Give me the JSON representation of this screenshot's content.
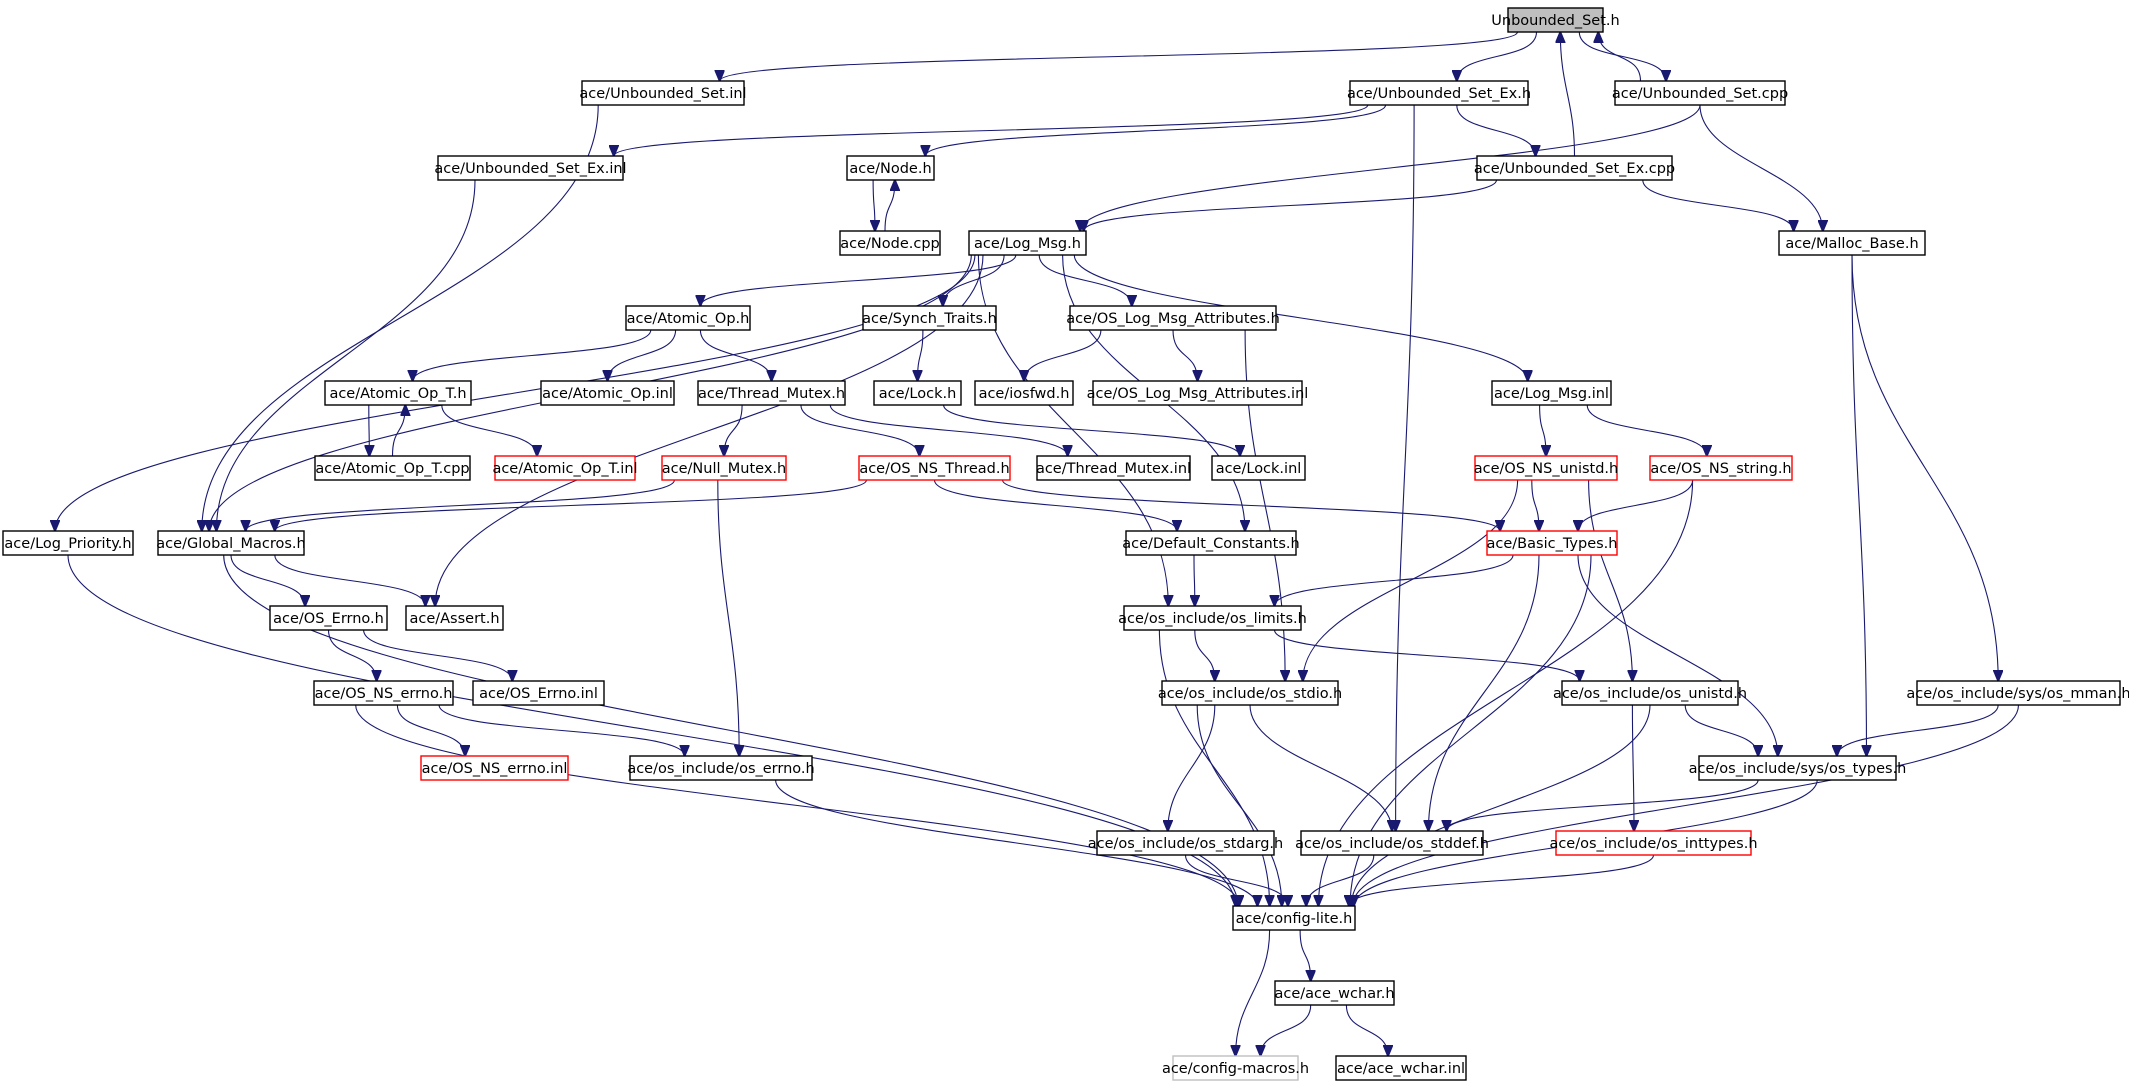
{
  "colors": {
    "edge": "#191970",
    "node_border_normal": "#000000",
    "node_border_truncated": "#ff0000",
    "node_border_missing": "#bfbfbf",
    "root_fill": "#bfbfbf",
    "node_fill": "#ffffff"
  },
  "nodes": [
    {
      "id": "unbounded_set_h",
      "label": "Unbounded_Set.h",
      "style": "root"
    },
    {
      "id": "unbounded_set_inl",
      "label": "ace/Unbounded_Set.inl",
      "style": "normal"
    },
    {
      "id": "unbounded_set_ex_h",
      "label": "ace/Unbounded_Set_Ex.h",
      "style": "normal"
    },
    {
      "id": "unbounded_set_cpp",
      "label": "ace/Unbounded_Set.cpp",
      "style": "normal"
    },
    {
      "id": "unbounded_set_ex_inl",
      "label": "ace/Unbounded_Set_Ex.inl",
      "style": "normal"
    },
    {
      "id": "node_h",
      "label": "ace/Node.h",
      "style": "normal"
    },
    {
      "id": "unbounded_set_ex_cpp",
      "label": "ace/Unbounded_Set_Ex.cpp",
      "style": "normal"
    },
    {
      "id": "node_cpp",
      "label": "ace/Node.cpp",
      "style": "normal"
    },
    {
      "id": "log_msg_h",
      "label": "ace/Log_Msg.h",
      "style": "normal"
    },
    {
      "id": "malloc_base_h",
      "label": "ace/Malloc_Base.h",
      "style": "normal"
    },
    {
      "id": "atomic_op_h",
      "label": "ace/Atomic_Op.h",
      "style": "normal"
    },
    {
      "id": "synch_traits_h",
      "label": "ace/Synch_Traits.h",
      "style": "normal"
    },
    {
      "id": "os_log_msg_attributes_h",
      "label": "ace/OS_Log_Msg_Attributes.h",
      "style": "normal"
    },
    {
      "id": "atomic_op_t_h",
      "label": "ace/Atomic_Op_T.h",
      "style": "normal"
    },
    {
      "id": "atomic_op_inl",
      "label": "ace/Atomic_Op.inl",
      "style": "normal"
    },
    {
      "id": "thread_mutex_h",
      "label": "ace/Thread_Mutex.h",
      "style": "normal"
    },
    {
      "id": "lock_h",
      "label": "ace/Lock.h",
      "style": "normal"
    },
    {
      "id": "iosfwd_h",
      "label": "ace/iosfwd.h",
      "style": "normal"
    },
    {
      "id": "os_log_msg_attributes_inl",
      "label": "ace/OS_Log_Msg_Attributes.inl",
      "style": "normal"
    },
    {
      "id": "log_msg_inl",
      "label": "ace/Log_Msg.inl",
      "style": "normal"
    },
    {
      "id": "atomic_op_t_cpp",
      "label": "ace/Atomic_Op_T.cpp",
      "style": "normal"
    },
    {
      "id": "atomic_op_t_inl",
      "label": "ace/Atomic_Op_T.inl",
      "style": "truncated"
    },
    {
      "id": "null_mutex_h",
      "label": "ace/Null_Mutex.h",
      "style": "truncated"
    },
    {
      "id": "os_ns_thread_h",
      "label": "ace/OS_NS_Thread.h",
      "style": "truncated"
    },
    {
      "id": "thread_mutex_inl",
      "label": "ace/Thread_Mutex.inl",
      "style": "normal"
    },
    {
      "id": "lock_inl",
      "label": "ace/Lock.inl",
      "style": "normal"
    },
    {
      "id": "os_ns_unistd_h",
      "label": "ace/OS_NS_unistd.h",
      "style": "truncated"
    },
    {
      "id": "os_ns_string_h",
      "label": "ace/OS_NS_string.h",
      "style": "truncated"
    },
    {
      "id": "log_priority_h",
      "label": "ace/Log_Priority.h",
      "style": "normal"
    },
    {
      "id": "global_macros_h",
      "label": "ace/Global_Macros.h",
      "style": "normal"
    },
    {
      "id": "default_constants_h",
      "label": "ace/Default_Constants.h",
      "style": "normal"
    },
    {
      "id": "basic_types_h",
      "label": "ace/Basic_Types.h",
      "style": "truncated"
    },
    {
      "id": "os_errno_h",
      "label": "ace/OS_Errno.h",
      "style": "normal"
    },
    {
      "id": "assert_h",
      "label": "ace/Assert.h",
      "style": "normal"
    },
    {
      "id": "os_limits_h",
      "label": "ace/os_include/os_limits.h",
      "style": "normal"
    },
    {
      "id": "os_ns_errno_h",
      "label": "ace/OS_NS_errno.h",
      "style": "normal"
    },
    {
      "id": "os_errno_inl",
      "label": "ace/OS_Errno.inl",
      "style": "normal"
    },
    {
      "id": "os_stdio_h",
      "label": "ace/os_include/os_stdio.h",
      "style": "normal"
    },
    {
      "id": "os_unistd_h",
      "label": "ace/os_include/os_unistd.h",
      "style": "normal"
    },
    {
      "id": "os_mman_h",
      "label": "ace/os_include/sys/os_mman.h",
      "style": "normal"
    },
    {
      "id": "os_ns_errno_inl",
      "label": "ace/OS_NS_errno.inl",
      "style": "truncated"
    },
    {
      "id": "os_errno_inc_h",
      "label": "ace/os_include/os_errno.h",
      "style": "normal"
    },
    {
      "id": "os_types_h",
      "label": "ace/os_include/sys/os_types.h",
      "style": "normal"
    },
    {
      "id": "os_stdarg_h",
      "label": "ace/os_include/os_stdarg.h",
      "style": "normal"
    },
    {
      "id": "os_stddef_h",
      "label": "ace/os_include/os_stddef.h",
      "style": "normal"
    },
    {
      "id": "os_inttypes_h",
      "label": "ace/os_include/os_inttypes.h",
      "style": "truncated"
    },
    {
      "id": "config_lite_h",
      "label": "ace/config-lite.h",
      "style": "normal"
    },
    {
      "id": "ace_wchar_h",
      "label": "ace/ace_wchar.h",
      "style": "normal"
    },
    {
      "id": "config_macros_h",
      "label": "ace/config-macros.h",
      "style": "missing"
    },
    {
      "id": "ace_wchar_inl",
      "label": "ace/ace_wchar.inl",
      "style": "normal"
    }
  ]
}
